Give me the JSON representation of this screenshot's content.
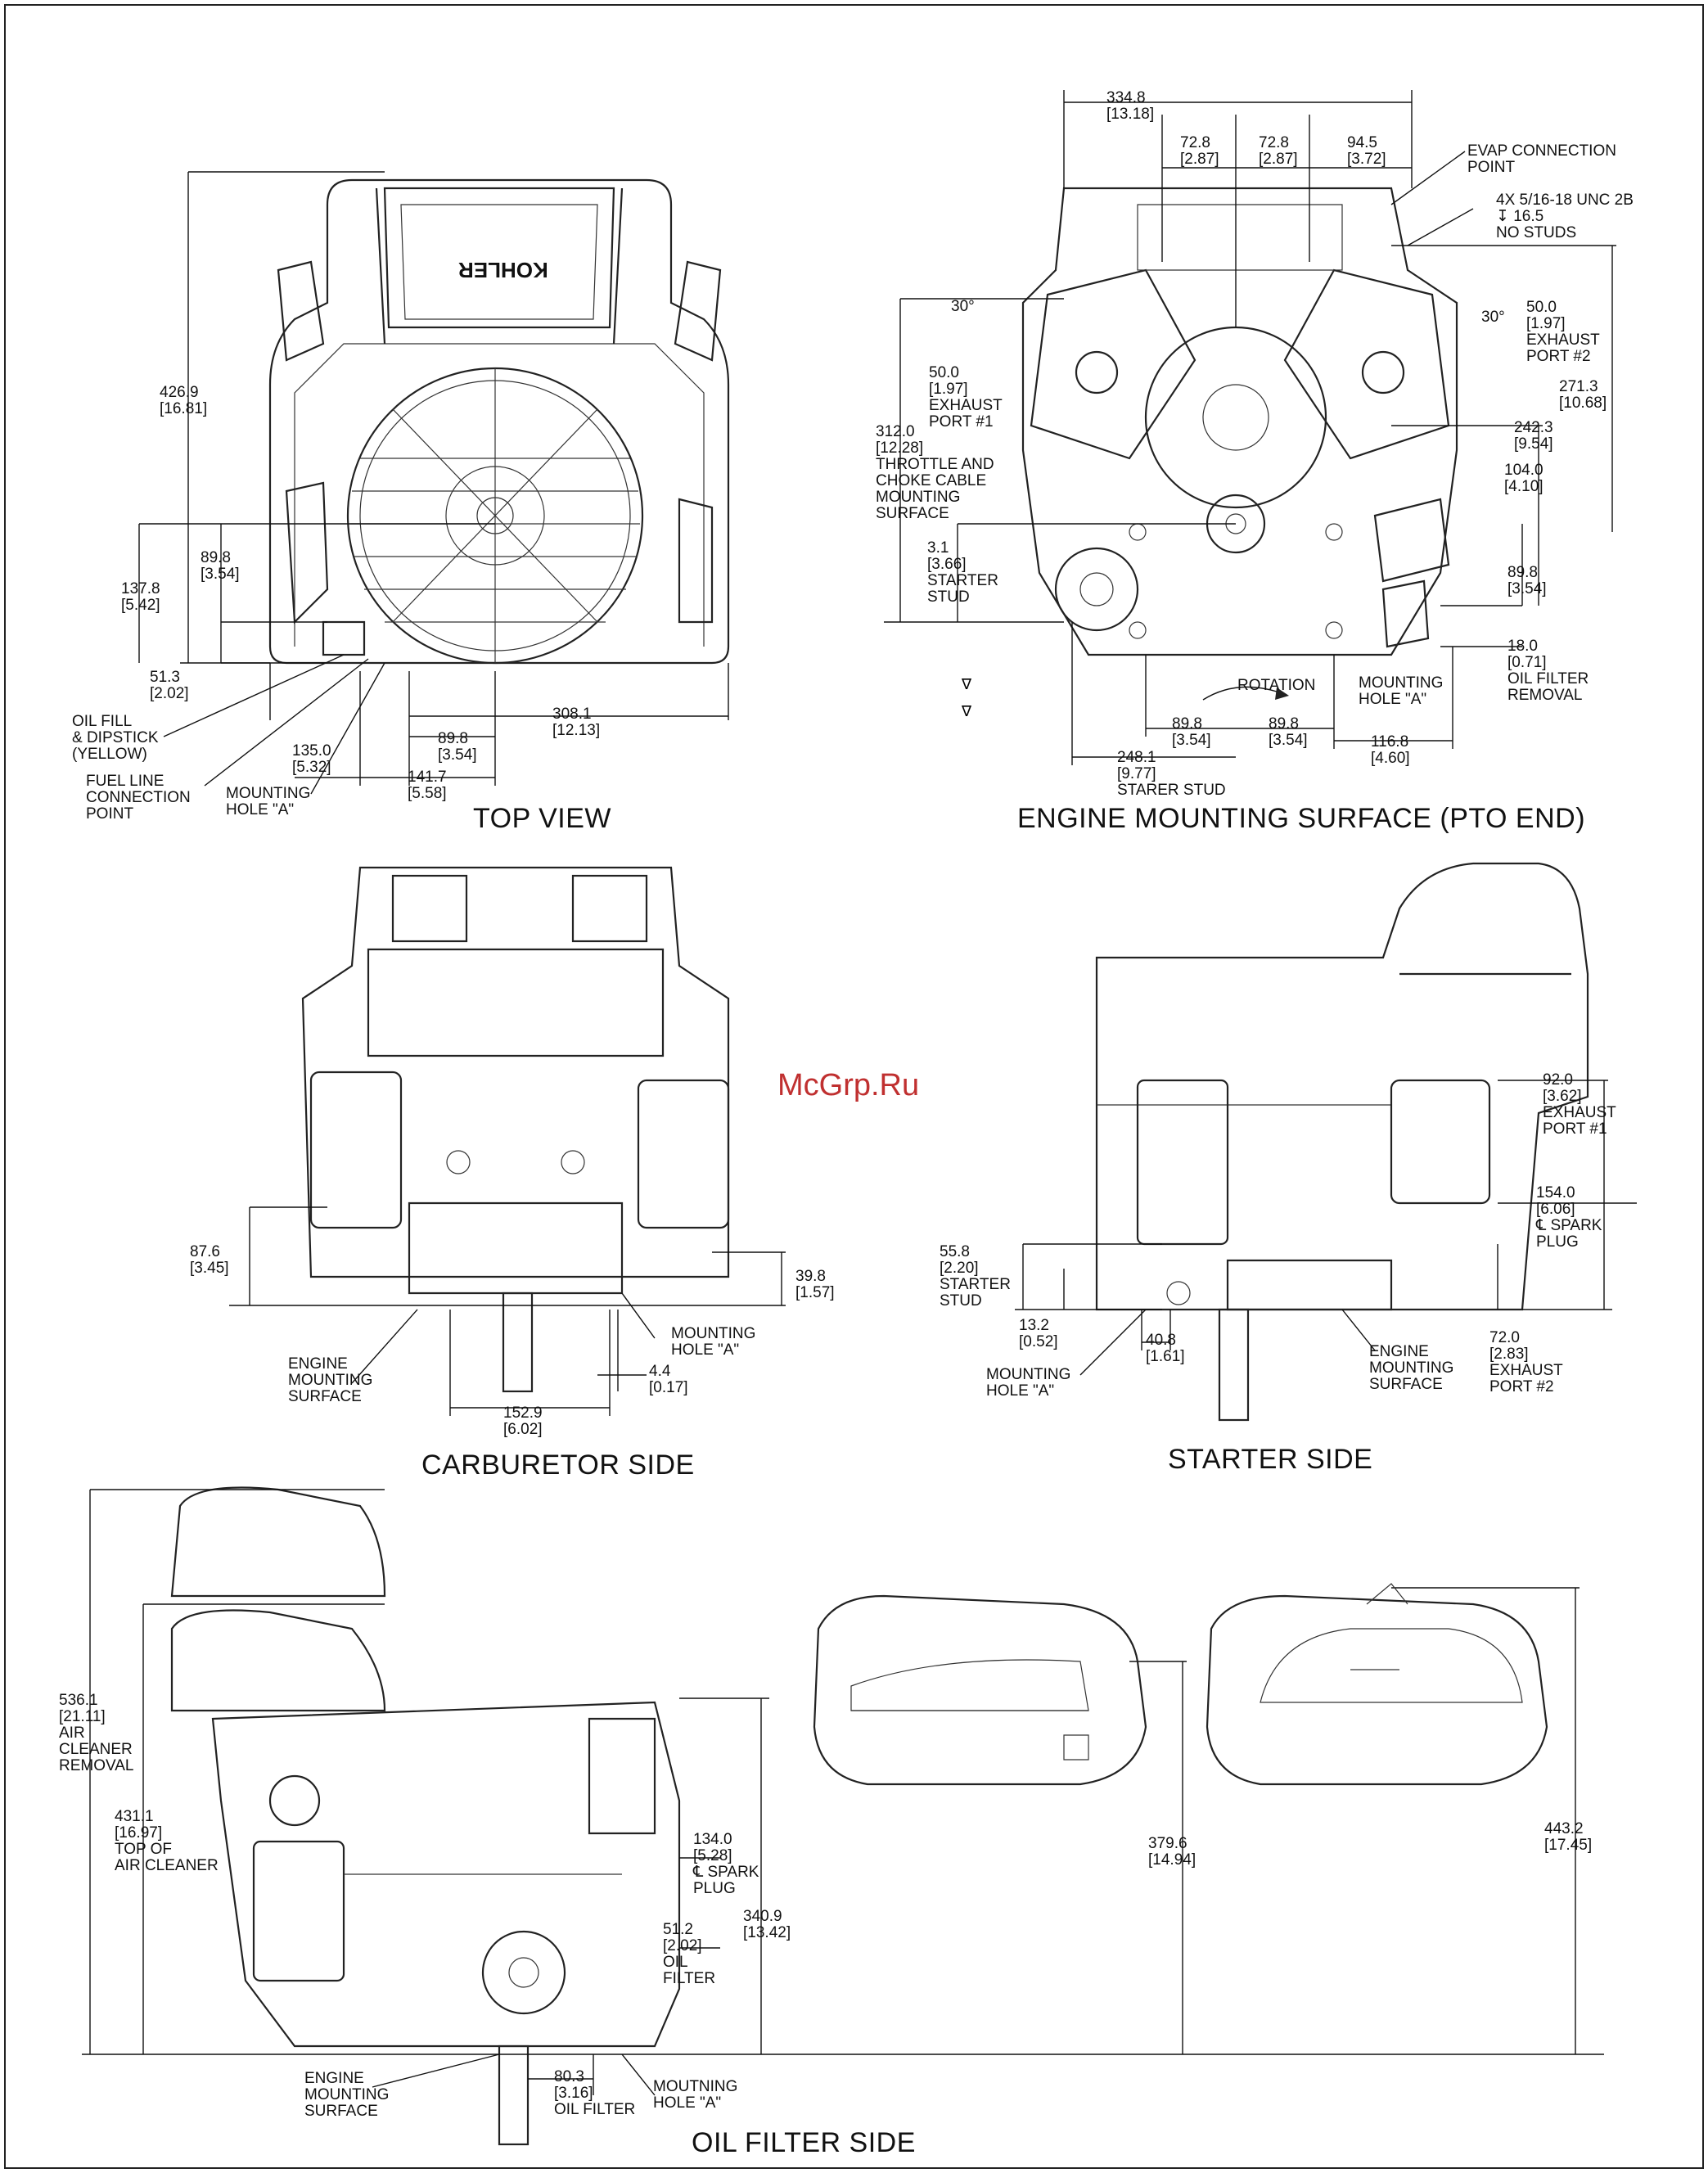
{
  "watermark": "McGrp.Ru",
  "views": {
    "top": {
      "title": "TOP VIEW",
      "brand": "KOHLER",
      "dims": {
        "d426": "426.9\n[16.81]",
        "d898a": "89.8\n[3.54]",
        "d1378": "137.8\n[5.42]",
        "d513": "51.3\n[2.02]",
        "oilfill": "OIL FILL\n& DIPSTICK\n(YELLOW)",
        "fuelline": "FUEL LINE\nCONNECTION\nPOINT",
        "d1350": "135.0\n[5.32]",
        "mount": "MOUNTING\nHOLE \"A\"",
        "d1417": "141.7\n[5.58]",
        "d898b": "89.8\n[3.54]",
        "d3081": "308.1\n[12.13]"
      }
    },
    "pto": {
      "title": "ENGINE MOUNTING SURFACE (PTO END)",
      "dims": {
        "d3348": "334.8\n[13.18]",
        "d728a": "72.8\n[2.87]",
        "d728b": "72.8\n[2.87]",
        "d945": "94.5\n[3.72]",
        "evap": "EVAP CONNECTION\nPOINT",
        "studs": "4X 5/16-18 UNC 2B\n↧ 16.5\nNO STUDS",
        "ang1": "30°",
        "ang2": "30°",
        "exh2": "50.0\n[1.97]\nEXHAUST\nPORT #2",
        "exh1": "50.0\n[1.97]\nEXHAUST\nPORT #1",
        "d3120": "312.0\n[12.28]\nTHROTTLE AND\nCHOKE CABLE\nMOUNTING\nSURFACE",
        "d2713": "271.3\n[10.68]",
        "d2423": "242.3\n[9.54]",
        "d1040": "104.0\n[4.10]",
        "starter": "3.1\n[3.66]\nSTARTER\nSTUD",
        "d898c": "89.8\n[3.54]",
        "d180": "18.0\n[0.71]\nOIL FILTER\nREMOVAL",
        "rotation": "ROTATION",
        "mount2": "MOUNTING\nHOLE \"A\"",
        "d898d": "89.8\n[3.54]",
        "d898e": "89.8\n[3.54]",
        "d1168": "116.8\n[4.60]",
        "d2481": "248.1\n[9.77]\nSTARER STUD"
      }
    },
    "carb": {
      "title": "CARBURETOR SIDE",
      "dims": {
        "d876": "87.6\n[3.45]",
        "d398": "39.8\n[1.57]",
        "ems": "ENGINE\nMOUNTING\nSURFACE",
        "mount3": "MOUNTING\nHOLE \"A\"",
        "d44": "4.4\n[0.17]",
        "d1529": "152.9\n[6.02]"
      }
    },
    "starter": {
      "title": "STARTER SIDE",
      "dims": {
        "d920": "92.0\n[3.62]\nEXHAUST\nPORT #1",
        "d1540": "154.0\n[6.06]\n℄ SPARK\nPLUG",
        "d558": "55.8\n[2.20]\nSTARTER\nSTUD",
        "d132": "13.2\n[0.52]",
        "d408": "40.8\n[1.61]",
        "mount4": "MOUNTING\nHOLE \"A\"",
        "ems2": "ENGINE\nMOUNTING\nSURFACE",
        "d720": "72.0\n[2.83]\nEXHAUST\nPORT #2"
      }
    },
    "oil": {
      "title": "OIL FILTER SIDE",
      "dims": {
        "d5361": "536.1\n[21.11]\nAIR\nCLEANER\nREMOVAL",
        "d4311": "431.1\n[16.97]\nTOP OF\nAIR CLEANER",
        "d1340": "134.0\n[5.28]\n℄ SPARK\nPLUG",
        "d3409": "340.9\n[13.42]",
        "d512": "51.2\n[2.02]\nOIL\nFILTER",
        "ems3": "ENGINE\nMOUNTING\nSURFACE",
        "d803": "80.3\n[3.16]\nOIL FILTER",
        "mount5": "MOUTNING\nHOLE \"A\"",
        "d3796": "379.6\n[14.94]",
        "d4432": "443.2\n[17.45]"
      }
    }
  }
}
